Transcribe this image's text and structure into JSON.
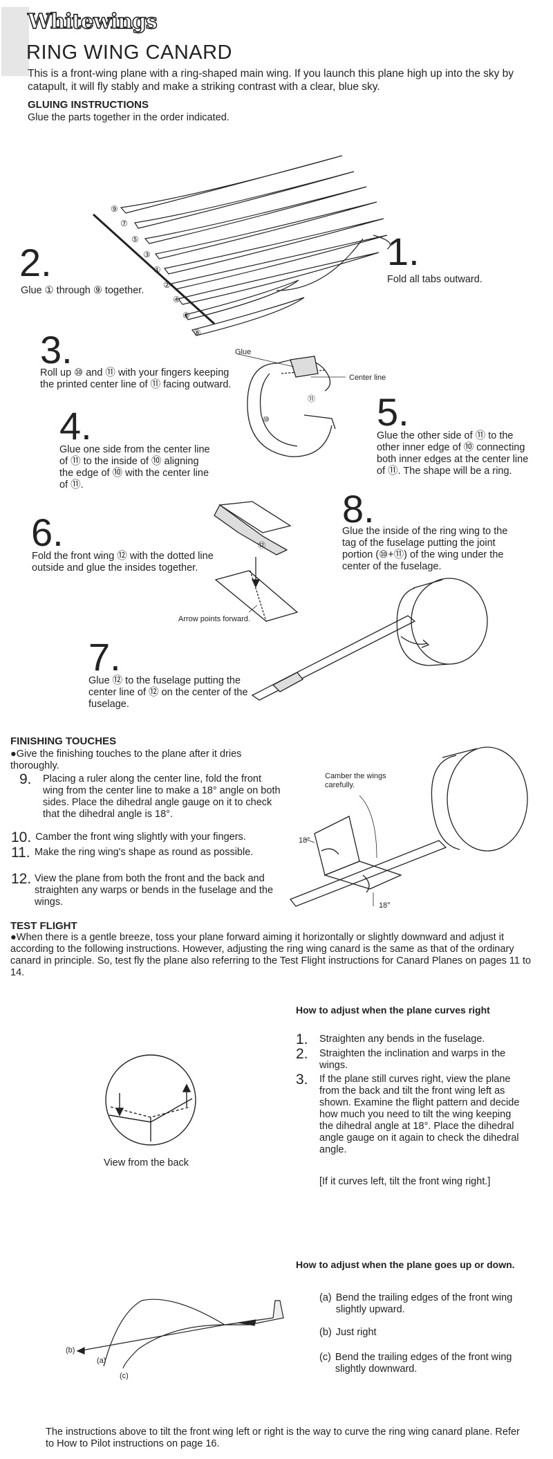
{
  "brand": "Whitewings",
  "title": "RING WING CANARD",
  "intro": "This is a front-wing plane with a ring-shaped main wing. If you launch this plane high up into the sky by catapult, it will fly stably and make a striking contrast with a clear, blue sky.",
  "gluing": {
    "heading": "GLUING INSTRUCTIONS",
    "text": "Glue the parts together in the order indicated."
  },
  "steps": {
    "s1": {
      "num": "1.",
      "text": "Fold all tabs outward."
    },
    "s2": {
      "num": "2.",
      "text": "Glue ① through ⑨ together."
    },
    "s3": {
      "num": "3.",
      "text": "Roll up ⑩ and ⑪ with your fingers keeping the printed center line of ⑪ facing outward."
    },
    "s4": {
      "num": "4.",
      "text": "Glue one side from the center line of ⑪ to the inside of ⑩ aligning the edge of ⑩ with the center line of ⑪."
    },
    "s5": {
      "num": "5.",
      "text": "Glue the other side of ⑪ to the other inner edge of ⑩ connecting both inner edges at the center line of ⑪. The shape will be a ring."
    },
    "s6": {
      "num": "6.",
      "text": "Fold the front wing ⑫ with the dotted line outside and glue the insides together."
    },
    "s7": {
      "num": "7.",
      "text": "Glue ⑫ to the fuselage putting the center line of ⑫ on the center of the fuselage."
    },
    "s8": {
      "num": "8.",
      "text": "Glue the inside of the ring wing to the tag of the fuselage putting the joint portion (⑩+⑪) of the wing under the center of the fuselage."
    }
  },
  "part_labels": [
    "⑨",
    "⑦",
    "⑤",
    "③",
    "①",
    "②",
    "④",
    "⑥",
    "⑧"
  ],
  "ring_labels": {
    "glue": "Glue",
    "center_line": "Center line",
    "p11": "⑪",
    "p10": "⑩",
    "p12": "⑫",
    "arrow_forward": "Arrow points forward."
  },
  "finishing": {
    "heading": "FINISHING TOUCHES",
    "bullet": "Give the finishing touches to the plane after it dries thoroughly.",
    "items": [
      {
        "num": "9.",
        "text": "Placing a ruler along the center line, fold the front wing from the center line to make a 18° angle on both sides. Place the dihedral angle gauge on it to check that the dihedral angle is 18°."
      },
      {
        "num": "10.",
        "text": "Camber the front wing slightly with your fingers."
      },
      {
        "num": "11.",
        "text": "Make the ring wing's shape as round as possible."
      },
      {
        "num": "12.",
        "text": "View the plane from both the front and the back and straighten any warps or bends in the fuselage and the wings."
      }
    ],
    "camber_note": "Camber the wings carefully.",
    "angle_left": "18°",
    "angle_right": "18°"
  },
  "test_flight": {
    "heading": "TEST FLIGHT",
    "text": "When there is a gentle breeze, toss your plane forward aiming it horizontally or slightly downward and adjust it according to the following instructions. However, adjusting the ring wing canard is the same as that of the ordinary canard in principle. So, test fly the plane also referring to the Test Flight instructions for Canard Planes on pages 11 to 14."
  },
  "adjust_right": {
    "heading": "How to adjust when the plane curves right",
    "items": [
      {
        "num": "1.",
        "text": "Straighten any bends in the fuselage."
      },
      {
        "num": "2.",
        "text": "Straighten the inclination and warps in the wings."
      },
      {
        "num": "3.",
        "text": "If the plane still curves right, view the plane from the back and tilt the front wing left as shown. Examine the flight pattern and decide how much you need to tilt the wing keeping the dihedral angle at 18°. Place the dihedral angle gauge on it again to check the dihedral angle."
      }
    ],
    "note": "[If it curves left, tilt the front wing right.]",
    "view_caption": "View from the back"
  },
  "adjust_updown": {
    "heading": "How to adjust when the plane goes up or down.",
    "items": [
      {
        "label": "(a)",
        "text": "Bend the trailing edges of the front wing slightly upward."
      },
      {
        "label": "(b)",
        "text": "Just right"
      },
      {
        "label": "(c)",
        "text": "Bend the trailing edges of the front wing slightly downward."
      }
    ],
    "path_labels": {
      "a": "(a)",
      "b": "(b)",
      "c": "(c)"
    }
  },
  "footer": "The instructions above to tilt the front wing left or right is the way to curve the ring wing canard plane. Refer to How to Pilot instructions on page 16."
}
